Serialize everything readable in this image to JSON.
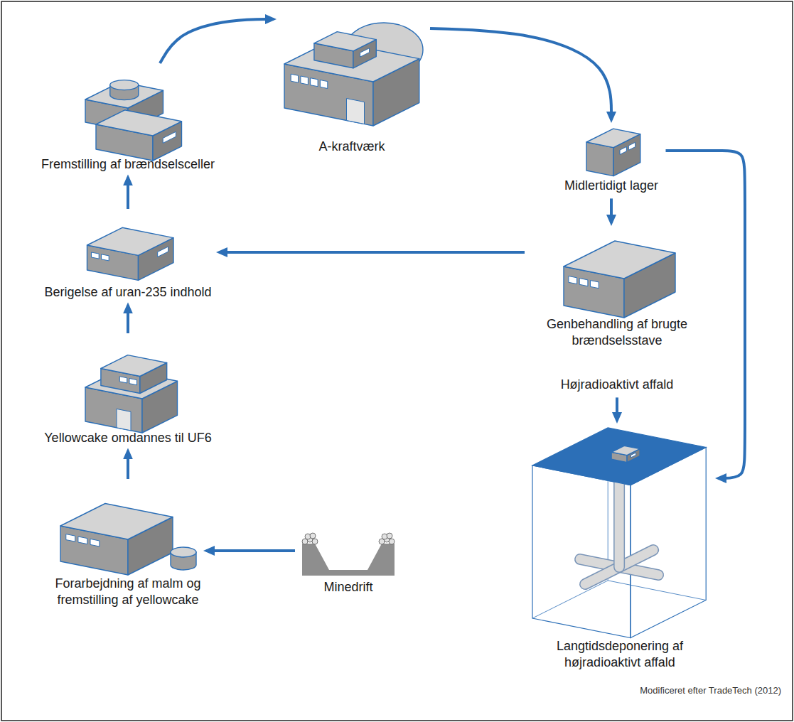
{
  "diagram": {
    "nodes": [
      {
        "text": [
          "A-kraftværk"
        ]
      },
      {
        "text": [
          "Fremstilling af brændselsceller"
        ]
      },
      {
        "text": [
          "Midlertidigt lager"
        ]
      },
      {
        "text": [
          "Genbehandling af brugte brændselsstave"
        ]
      },
      {
        "text": [
          "Berigelse af uran-235 indhold"
        ]
      },
      {
        "text": [
          "Højradioaktivt affald"
        ]
      },
      {
        "text": [
          "Yellowcake omdannes til UF6"
        ]
      },
      {
        "text": [
          "Langtidsdeponering af højradioaktivt affald"
        ]
      },
      {
        "text": [
          "Forarbejdning af malm og fremstilling af yellowcake"
        ]
      },
      {
        "text": [
          "Minedrift"
        ]
      }
    ],
    "edges": [
      {
        "from": 1,
        "to": 0,
        "arrow": "to"
      },
      {
        "from": 0,
        "to": 2,
        "arrow": "to"
      },
      {
        "from": 2,
        "to": 3,
        "arrow": "to"
      },
      {
        "from": 2,
        "to": 7,
        "arrow": "to"
      },
      {
        "from": 3,
        "to": 4,
        "arrow": "to"
      },
      {
        "from": 5,
        "to": 7,
        "arrow": "to"
      },
      {
        "from": 4,
        "to": 1,
        "arrow": "to"
      },
      {
        "from": 6,
        "to": 4,
        "arrow": "to"
      },
      {
        "from": 8,
        "to": 6,
        "arrow": "to"
      },
      {
        "from": 9,
        "to": 8,
        "arrow": "to"
      }
    ],
    "labels": [
      "Modificeret efter TradeTech (2012)"
    ]
  }
}
